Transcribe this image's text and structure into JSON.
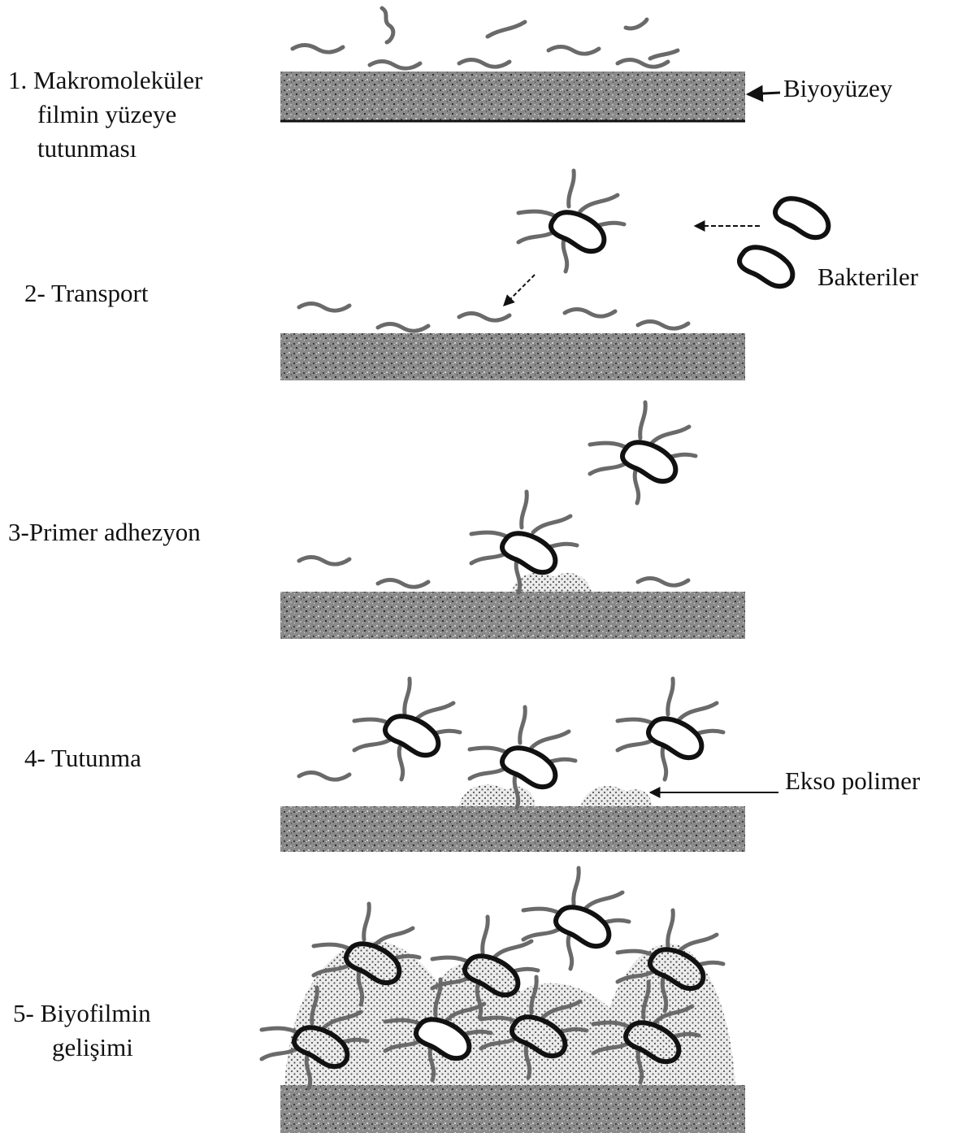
{
  "stages": [
    {
      "id": "s1",
      "lines": [
        "1. Makromoleküler",
        "filmin yüzeye",
        "tutunması"
      ]
    },
    {
      "id": "s2",
      "lines": [
        "2- Transport"
      ]
    },
    {
      "id": "s3",
      "lines": [
        "3-Primer adhezyon"
      ]
    },
    {
      "id": "s4",
      "lines": [
        "4- Tutunma"
      ]
    },
    {
      "id": "s5",
      "lines": [
        "5- Biyofilmin",
        "gelişimi"
      ]
    }
  ],
  "annotations": {
    "biosurface": "Biyoyüzey",
    "bacteria": "Bakteriler",
    "exopolymer": "Ekso polimer"
  },
  "colors": {
    "surface": "#7a7a7a",
    "strand": "#6a6a6a",
    "bacterium_outline": "#111111",
    "exopolymer_fill": "#e9e9e9",
    "exopolymer_dots": "#555555"
  },
  "icons": [
    "surface-slab",
    "polymer-strand",
    "bacterium",
    "exopolymer-mound",
    "arrow"
  ]
}
